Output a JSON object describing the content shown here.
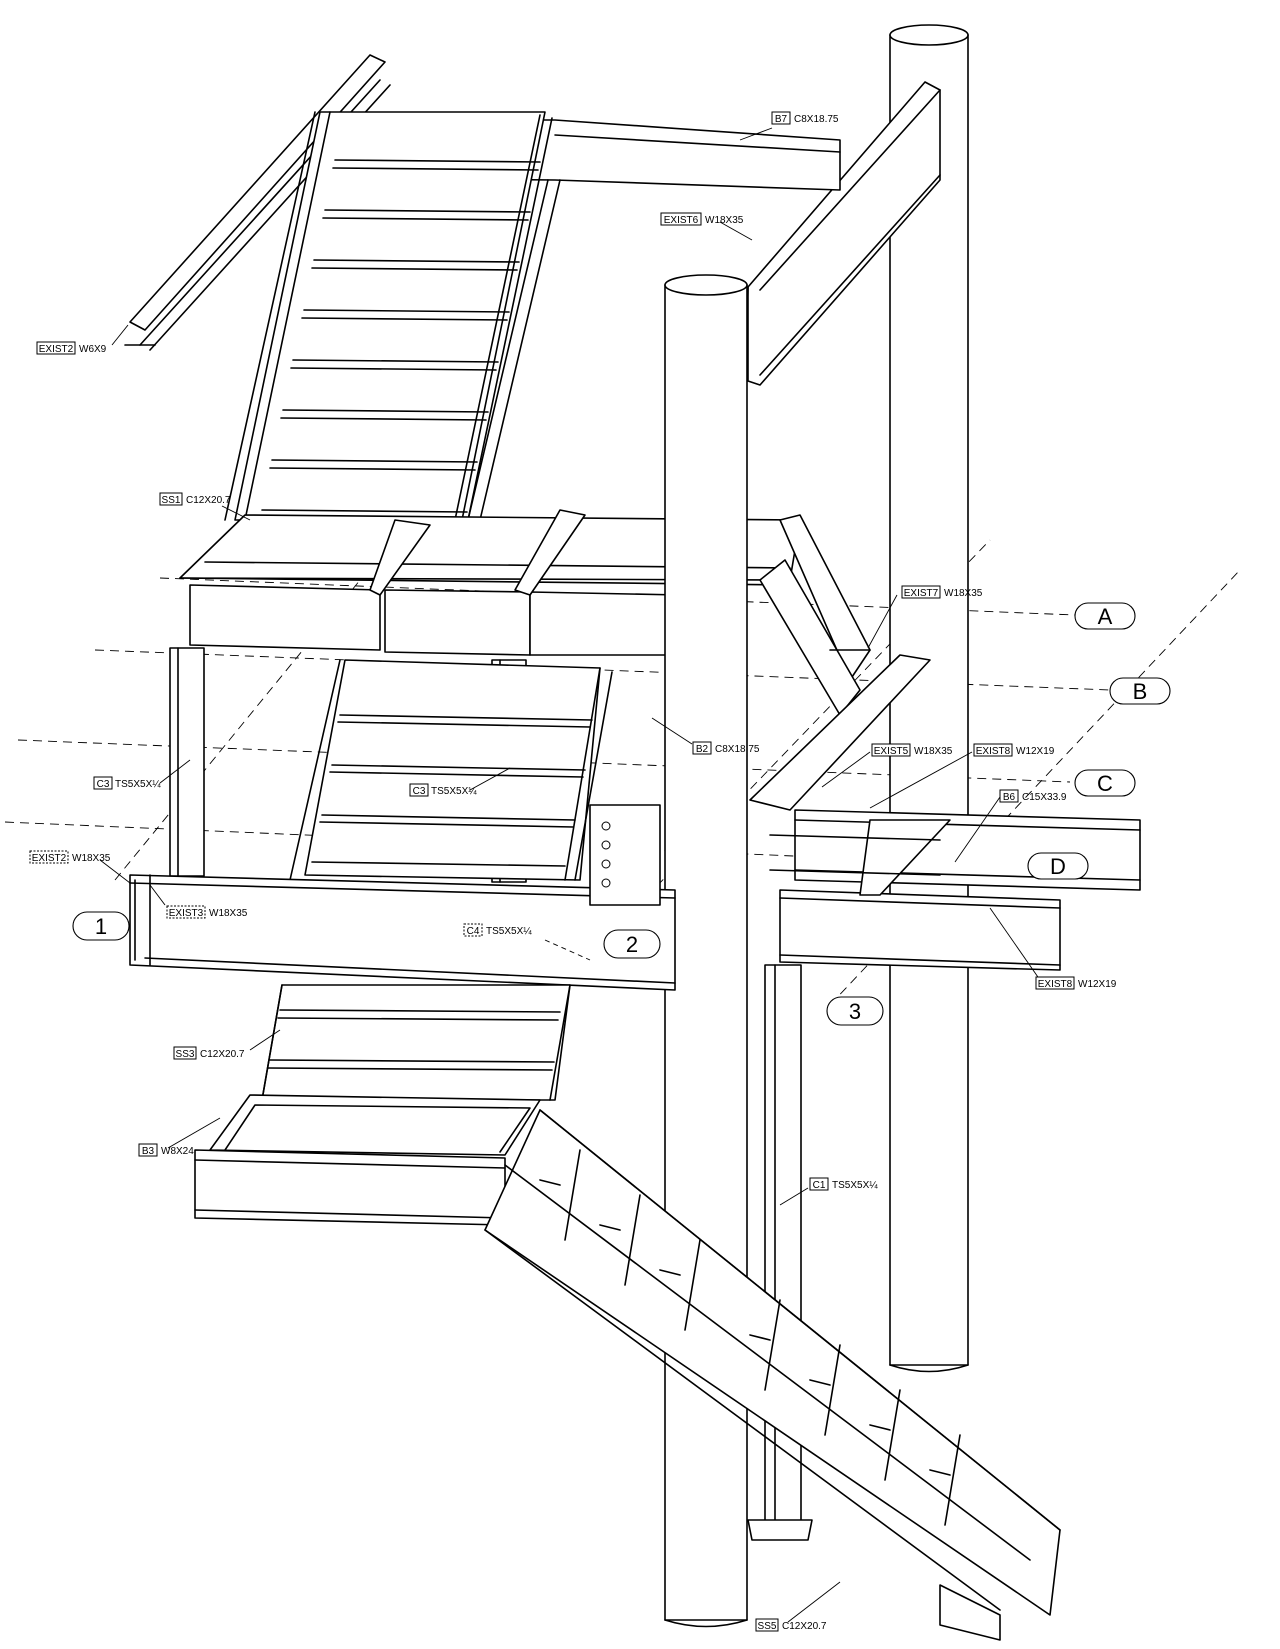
{
  "grid_bubbles": [
    {
      "id": "grid-A",
      "label": "A"
    },
    {
      "id": "grid-B",
      "label": "B"
    },
    {
      "id": "grid-C",
      "label": "C"
    },
    {
      "id": "grid-D",
      "label": "D"
    },
    {
      "id": "grid-1",
      "label": "1"
    },
    {
      "id": "grid-2",
      "label": "2"
    },
    {
      "id": "grid-3",
      "label": "3"
    }
  ],
  "callouts": [
    {
      "id": "b7",
      "tag": "B7",
      "size": "C8X18.75"
    },
    {
      "id": "exist6",
      "tag": "EXIST6",
      "size": "W18X35"
    },
    {
      "id": "exist2-top",
      "tag": "EXIST2",
      "size": "W6X9"
    },
    {
      "id": "ss1",
      "tag": "SS1",
      "size": "C12X20.7"
    },
    {
      "id": "exist7",
      "tag": "EXIST7",
      "size": "W18X35"
    },
    {
      "id": "b2",
      "tag": "B2",
      "size": "C8X18.75"
    },
    {
      "id": "exist5",
      "tag": "EXIST5",
      "size": "W18X35"
    },
    {
      "id": "exist8-top",
      "tag": "EXIST8",
      "size": "W12X19"
    },
    {
      "id": "c3-left",
      "tag": "C3",
      "size": "TS5X5X¼"
    },
    {
      "id": "c3-mid",
      "tag": "C3",
      "size": "TS5X5X¼"
    },
    {
      "id": "b6",
      "tag": "B6",
      "size": "C15X33.9"
    },
    {
      "id": "exist2-mid",
      "tag": "EXIST2",
      "size": "W18X35"
    },
    {
      "id": "exist3",
      "tag": "EXIST3",
      "size": "W18X35"
    },
    {
      "id": "c4",
      "tag": "C4",
      "size": "TS5X5X¼"
    },
    {
      "id": "exist8-bot",
      "tag": "EXIST8",
      "size": "W12X19"
    },
    {
      "id": "ss3",
      "tag": "SS3",
      "size": "C12X20.7"
    },
    {
      "id": "b3",
      "tag": "B3",
      "size": "W8X24"
    },
    {
      "id": "c1",
      "tag": "C1",
      "size": "TS5X5X¼"
    },
    {
      "id": "ss5",
      "tag": "SS5",
      "size": "C12X20.7"
    }
  ]
}
